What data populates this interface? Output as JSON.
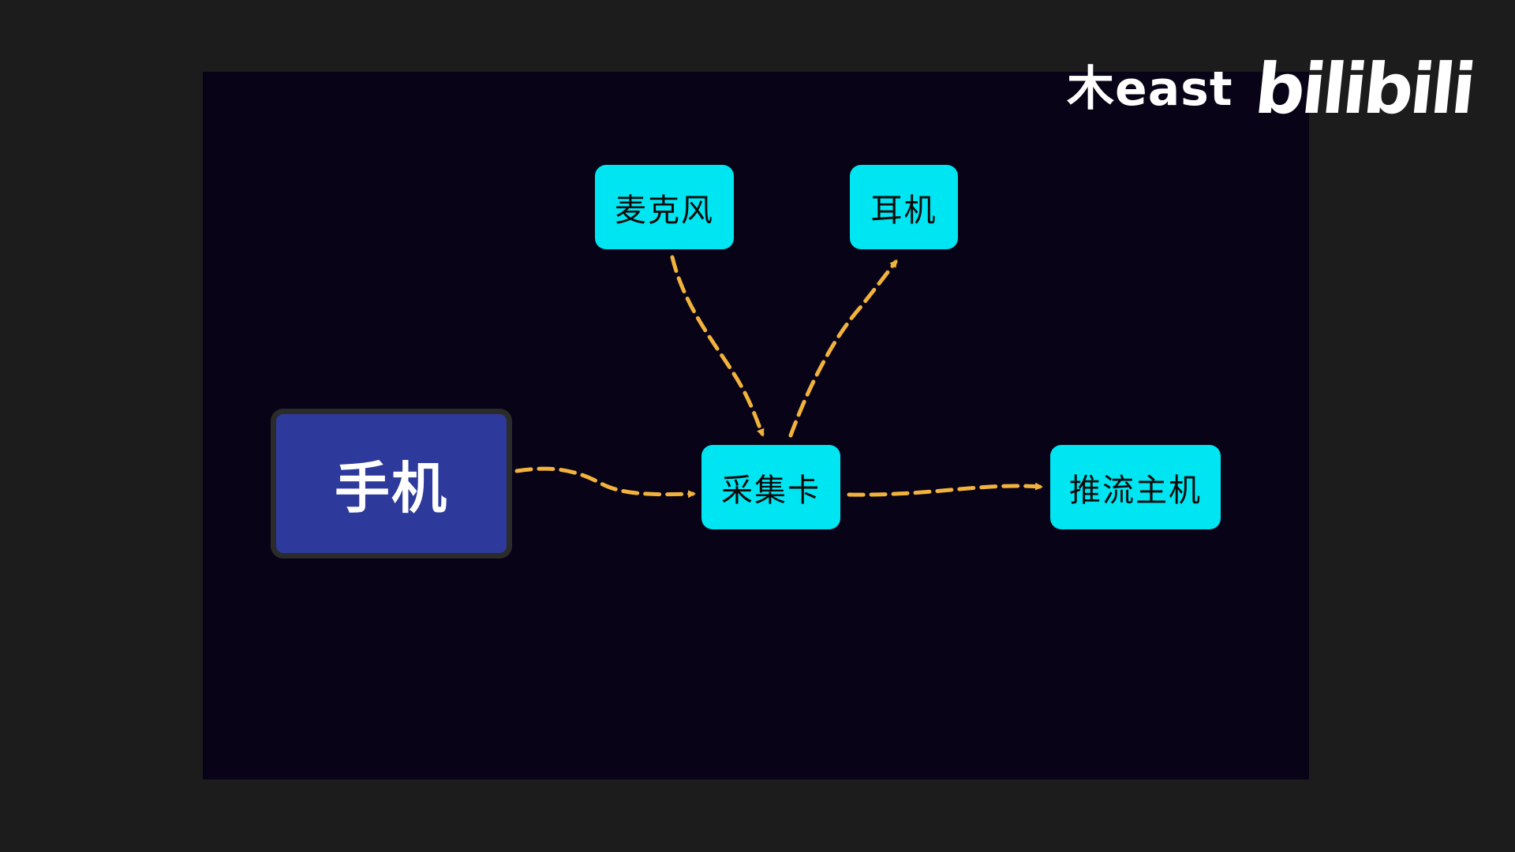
{
  "watermark": {
    "channel": "木east",
    "platform_logo": "bilibili"
  },
  "nodes": {
    "phone": "手机",
    "microphone": "麦克风",
    "headphones": "耳机",
    "capture_card": "采集卡",
    "streaming_host": "推流主机"
  },
  "edges": [
    {
      "from": "手机",
      "to": "采集卡"
    },
    {
      "from": "麦克风",
      "to": "采集卡"
    },
    {
      "from": "采集卡",
      "to": "耳机"
    },
    {
      "from": "采集卡",
      "to": "推流主机"
    }
  ],
  "colors": {
    "background": "#1c1c1c",
    "canvas": "#080317",
    "node_fill": "#00e5f2",
    "phone_fill": "#2d3a9c",
    "arrow": "#f2b33d"
  }
}
